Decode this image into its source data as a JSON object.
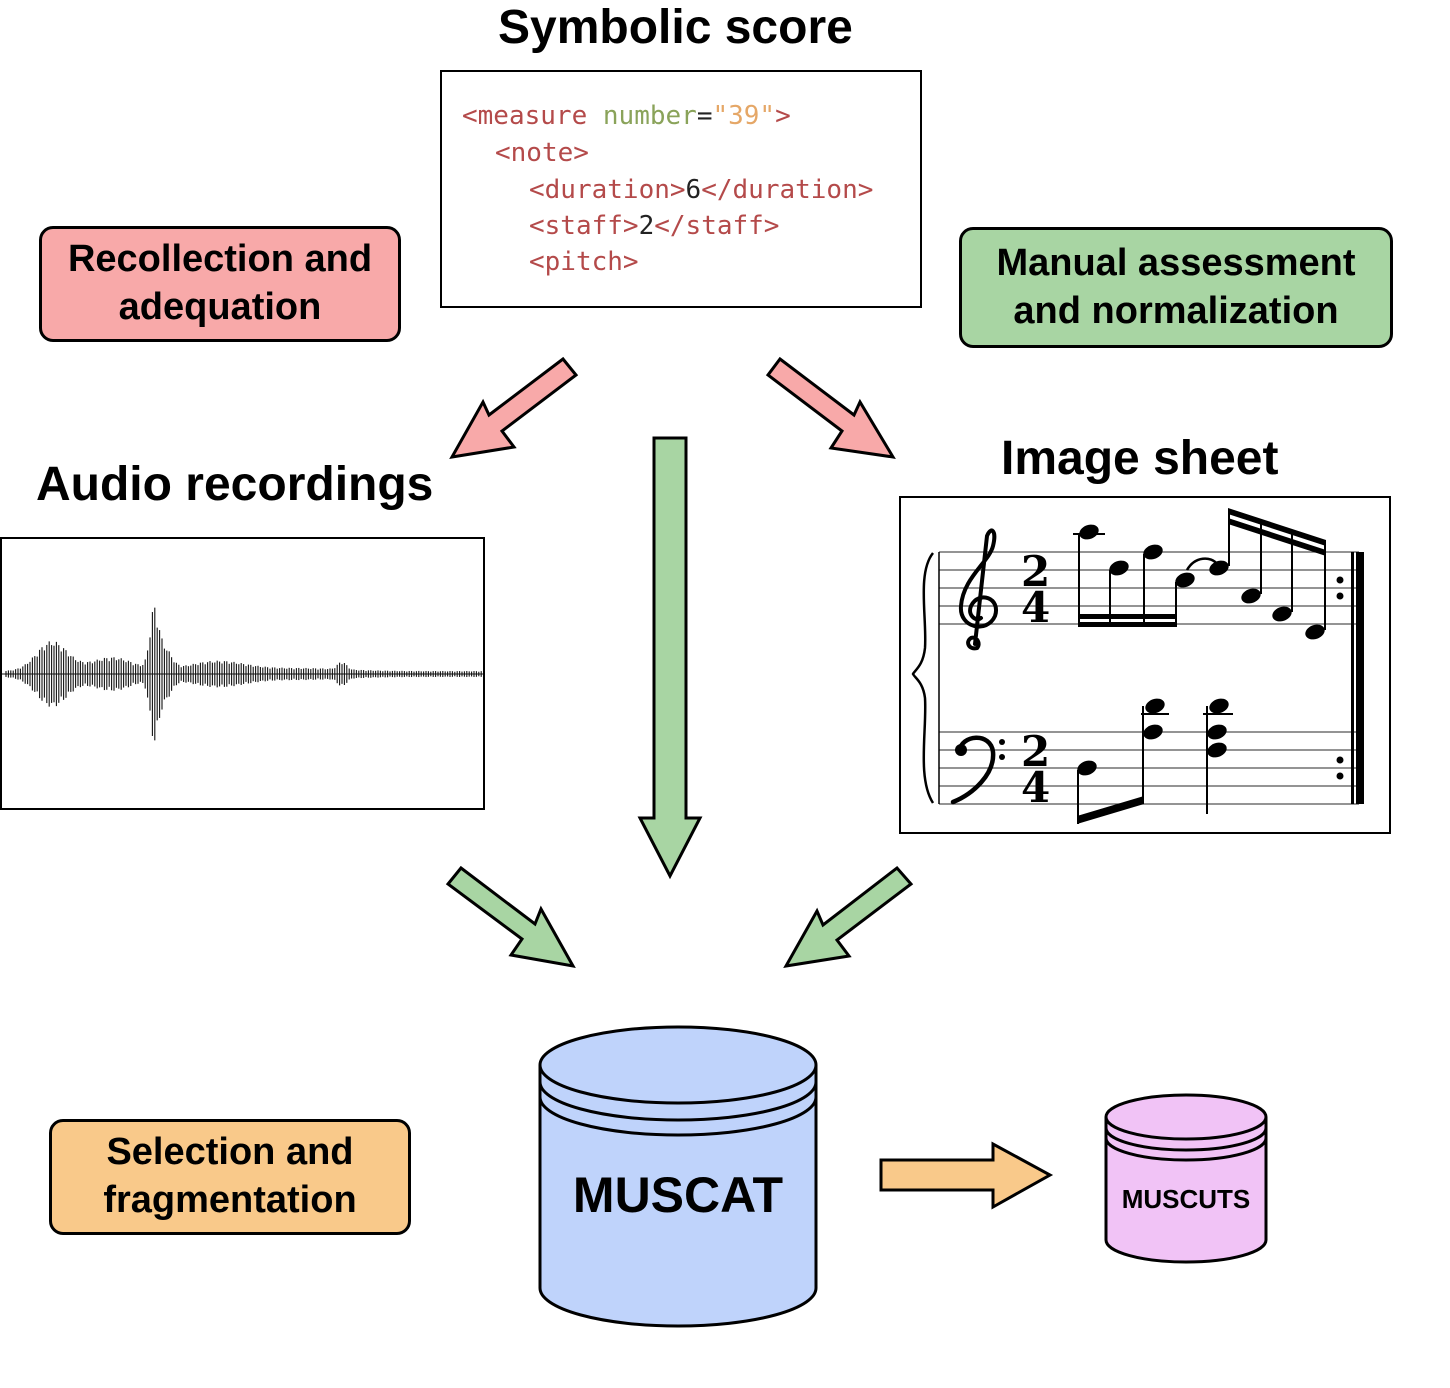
{
  "titles": {
    "symbolic_score": "Symbolic score",
    "audio_recordings": "Audio recordings",
    "image_sheet": "Image sheet"
  },
  "steps": {
    "recollection": [
      "Recollection and",
      "adequation"
    ],
    "manual": [
      "Manual assessment",
      "and normalization"
    ],
    "selection": [
      "Selection and",
      "fragmentation"
    ]
  },
  "code": {
    "line1": {
      "open": "<measure ",
      "attr": "number",
      "eq": "=",
      "val": "\"39\"",
      "close": ">"
    },
    "line2": "<note>",
    "line3": {
      "open": "<duration>",
      "text": "6",
      "close": "</duration>"
    },
    "line4": {
      "open": "<staff>",
      "text": "2",
      "close": "</staff>"
    },
    "line5": "<pitch>"
  },
  "databases": {
    "main": "MUSCAT",
    "derived": "MUSCUTS"
  },
  "colors": {
    "red_box": "#f8a9a9",
    "green_box": "#a8d5a3",
    "orange_box": "#f9c98a",
    "red_arrow": "#f8a9a9",
    "green_arrow": "#a8d5a3",
    "orange_arrow": "#f9c98a",
    "db_main": "#bfd3fb",
    "db_derived": "#f1c3f6"
  },
  "icons": {
    "audio": "waveform-icon",
    "sheet": "music-notation-icon",
    "db": "cylinder-database-icon"
  }
}
